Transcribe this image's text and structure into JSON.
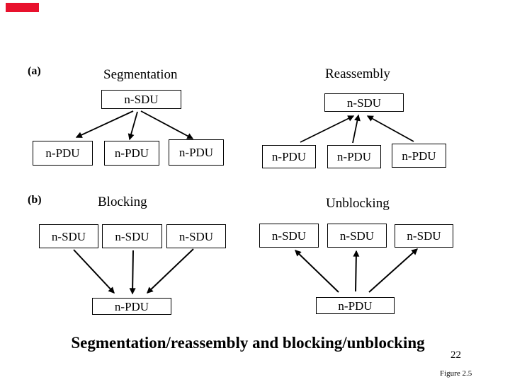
{
  "accent": {
    "marker_color": "#e8112d"
  },
  "sections": {
    "a": {
      "label": "(a)",
      "segmentation": {
        "heading": "Segmentation",
        "source_box": "n-SDU",
        "result_boxes": [
          "n-PDU",
          "n-PDU",
          "n-PDU"
        ]
      },
      "reassembly": {
        "heading": "Reassembly",
        "result_box": "n-SDU",
        "source_boxes": [
          "n-PDU",
          "n-PDU",
          "n-PDU"
        ]
      }
    },
    "b": {
      "label": "(b)",
      "blocking": {
        "heading": "Blocking",
        "source_boxes": [
          "n-SDU",
          "n-SDU",
          "n-SDU"
        ],
        "result_box": "n-PDU"
      },
      "unblocking": {
        "heading": "Unblocking",
        "result_boxes": [
          "n-SDU",
          "n-SDU",
          "n-SDU"
        ],
        "source_box": "n-PDU"
      }
    }
  },
  "footer": {
    "title": "Segmentation/reassembly and blocking/unblocking",
    "page_number": "22",
    "figure_caption": "Figure 2.5"
  }
}
